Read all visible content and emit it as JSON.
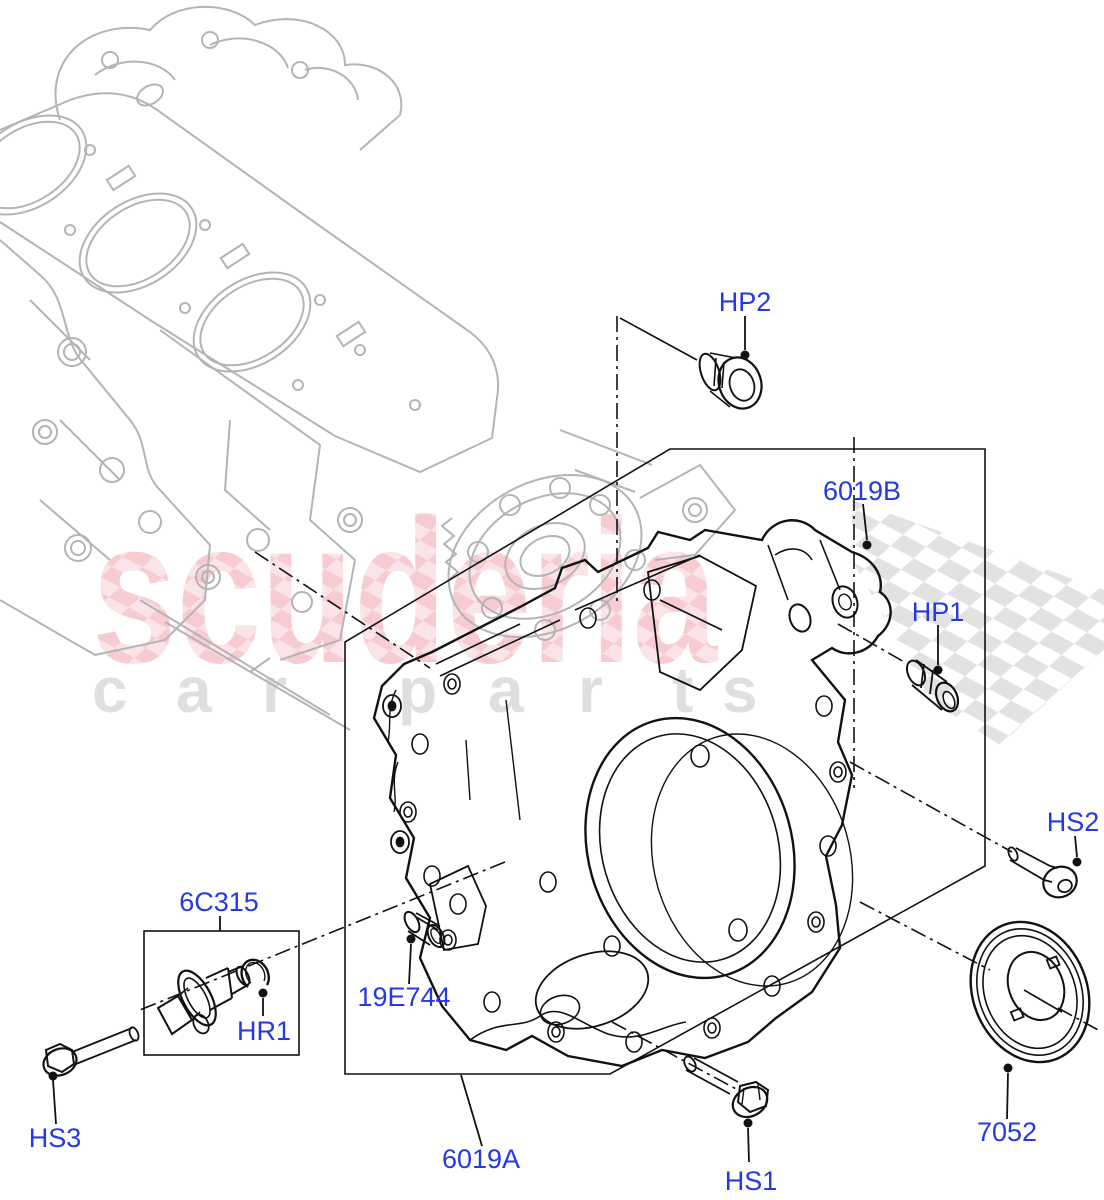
{
  "diagram": {
    "title": "Timing cover exploded parts diagram",
    "label_color": "#2438e8",
    "labels": {
      "hp2": "HP2",
      "bracket_6019b": "6019B",
      "hp1": "HP1",
      "hs2": "HS2",
      "seal_7052": "7052",
      "hs1": "HS1",
      "cover_6019a": "6019A",
      "pin_19e744": "19E744",
      "sensor_6c315": "6C315",
      "hr1": "HR1",
      "hs3": "HS3"
    }
  },
  "watermark": {
    "brand": "scuderia",
    "sub_text": "car parts",
    "letters": [
      "c",
      "a",
      "r",
      "p",
      "a",
      "r",
      "t",
      "s"
    ],
    "pink": "#f6ccd1",
    "pink_light": "#fbe4e7",
    "gray": "#dfdfdf"
  }
}
